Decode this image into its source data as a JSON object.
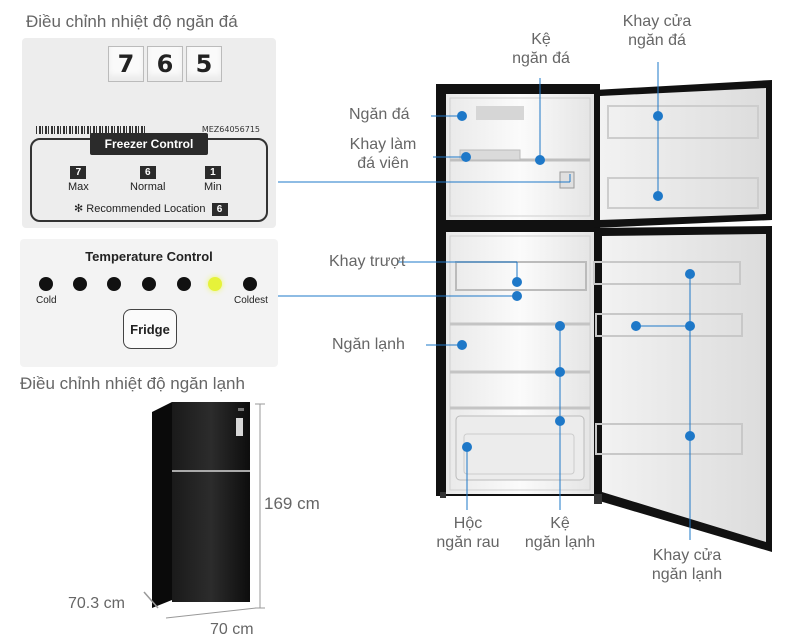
{
  "freezer_heading": "Điều chỉnh nhiệt độ ngăn đá",
  "fridge_heading": "Điều chỉnh nhiệt độ ngăn lạnh",
  "freezer_panel": {
    "digits": [
      "7",
      "6",
      "5"
    ],
    "model_code": "MEZ64056715",
    "title": "Freezer Control",
    "options": [
      {
        "num": "7",
        "label": "Max"
      },
      {
        "num": "6",
        "label": "Normal"
      },
      {
        "num": "1",
        "label": "Min"
      }
    ],
    "recommended_label": "✻ Recommended Location",
    "recommended_value": "6"
  },
  "temp_panel": {
    "title": "Temperature Control",
    "cold_label": "Cold",
    "coldest_label": "Coldest",
    "button_label": "Fridge"
  },
  "dimensions": {
    "height": "169 cm",
    "depth": "70.3 cm",
    "width": "70 cm"
  },
  "labels": {
    "ngan_da": "Ngăn đá",
    "khay_lam_1": "Khay làm",
    "khay_lam_2": "đá viên",
    "khay_truot": "Khay trượt",
    "ngan_lanh": "Ngăn lạnh",
    "ke_ngan_da_1": "Kệ",
    "ke_ngan_da_2": "ngăn đá",
    "khay_cua_da_1": "Khay cửa",
    "khay_cua_da_2": "ngăn đá",
    "hoc_1": "Hộc",
    "hoc_2": "ngăn rau",
    "ke_lanh_1": "Kệ",
    "ke_lanh_2": "ngăn lạnh",
    "khay_cua_lanh_1": "Khay cửa",
    "khay_cua_lanh_2": "ngăn lạnh"
  },
  "colors": {
    "accent": "#1e78c8",
    "fridge_body": "#111111",
    "panel_bg": "#ededed"
  }
}
